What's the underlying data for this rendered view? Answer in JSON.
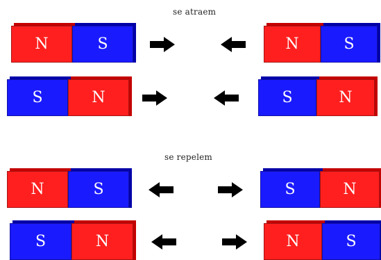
{
  "headings": {
    "attract": "se atraem",
    "repel": "se repelem"
  },
  "colors": {
    "north": "#ff1f1f",
    "south": "#1a1aff",
    "arrow": "#000000"
  },
  "poles": {
    "north": "N",
    "south": "S"
  },
  "rows": [
    {
      "group": "attract",
      "left_magnet": [
        "N",
        "S"
      ],
      "right_magnet": [
        "N",
        "S"
      ],
      "arrows": [
        "right-arrow-icon",
        "left-arrow-icon"
      ]
    },
    {
      "group": "attract",
      "left_magnet": [
        "S",
        "N"
      ],
      "right_magnet": [
        "S",
        "N"
      ],
      "arrows": [
        "right-arrow-icon",
        "left-arrow-icon"
      ]
    },
    {
      "group": "repel",
      "left_magnet": [
        "N",
        "S"
      ],
      "right_magnet": [
        "S",
        "N"
      ],
      "arrows": [
        "left-arrow-icon",
        "right-arrow-icon"
      ]
    },
    {
      "group": "repel",
      "left_magnet": [
        "S",
        "N"
      ],
      "right_magnet": [
        "N",
        "S"
      ],
      "arrows": [
        "left-arrow-icon",
        "right-arrow-icon"
      ]
    }
  ]
}
